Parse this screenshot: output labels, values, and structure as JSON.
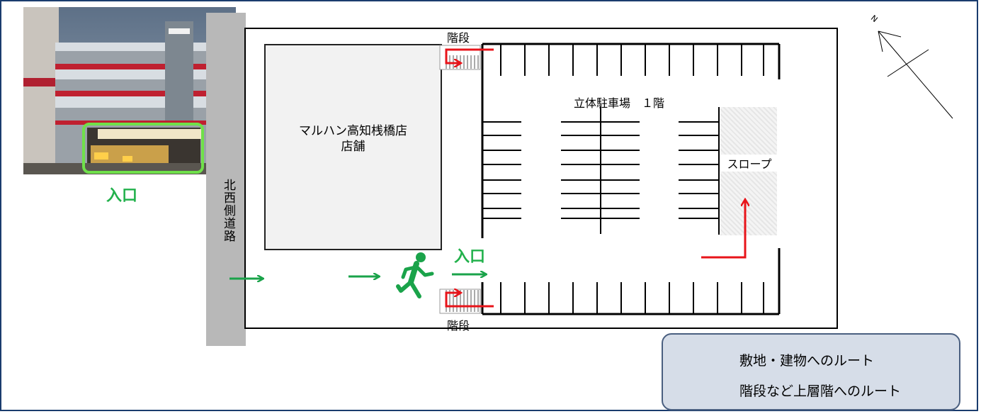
{
  "labels": {
    "road": "北西側道路",
    "store_line1": "マルハン高知桟橋店",
    "store_line2": "店舗",
    "parking": "立体駐車場　１階",
    "stairs_top": "階段",
    "stairs_bottom": "階段",
    "slope": "スロープ",
    "entrance_main": "入口",
    "entrance_photo": "入口",
    "compass": "N"
  },
  "legend": {
    "items": [
      {
        "label": "敷地・建物へのルート",
        "color": "#1aa34a"
      },
      {
        "label": "階段など上層階へのルート",
        "color": "#e8141a"
      }
    ]
  },
  "colors": {
    "route_green": "#1aa34a",
    "route_red": "#e8141a",
    "entrance_green": "#22b14c",
    "frame": "#1a3c6e"
  },
  "icons": {
    "runner": "running-person-icon",
    "compass": "north-arrow-icon"
  }
}
